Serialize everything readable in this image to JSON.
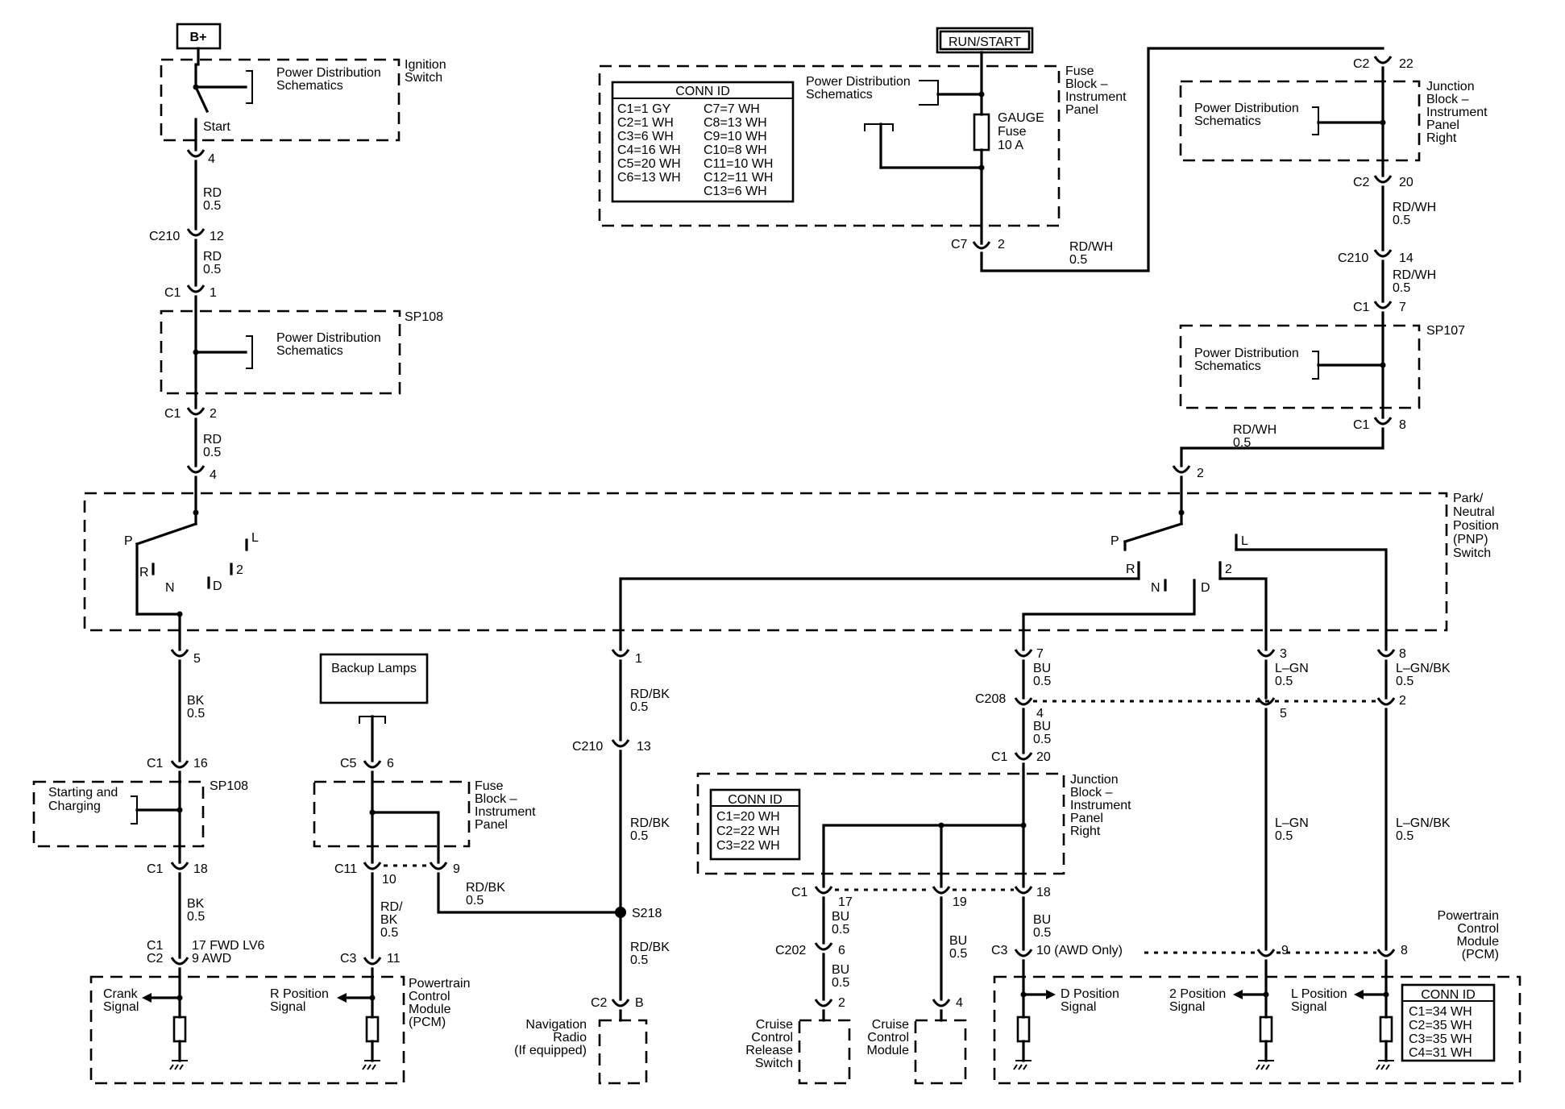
{
  "labels": {
    "b_plus": "B+",
    "run_start": "RUN/START",
    "ignition_switch": [
      "Ignition",
      "Switch"
    ],
    "power_distribution": [
      "Power Distribution",
      "Schematics"
    ],
    "start": "Start",
    "fuse_block_ip": [
      "Fuse",
      "Block –",
      "Instrument",
      "Panel"
    ],
    "gauge_fuse": [
      "GAUGE",
      "Fuse",
      "10 A"
    ],
    "junction_block_ipr": [
      "Junction",
      "Block –",
      "Instrument",
      "Panel",
      "Right"
    ],
    "sp108": "SP108",
    "sp107": "SP107",
    "s218": "S218",
    "pnp_switch": [
      "Park/",
      "Neutral",
      "Position",
      "(PNP)",
      "Switch"
    ],
    "backup_lamps": "Backup Lamps",
    "starting_charging": [
      "Starting and",
      "Charging"
    ],
    "nav_radio": [
      "Navigation",
      "Radio",
      "(If equipped)"
    ],
    "cruise_release": [
      "Cruise",
      "Control",
      "Release",
      "Switch"
    ],
    "cruise_module": [
      "Cruise",
      "Control",
      "Module"
    ],
    "pcm": [
      "Powertrain",
      "Control",
      "Module",
      "(PCM)"
    ],
    "crank_signal": [
      "Crank",
      "Signal"
    ],
    "r_position_signal": [
      "R Position",
      "Signal"
    ],
    "d_position_signal": [
      "D Position",
      "Signal"
    ],
    "two_position_signal": [
      "2 Position",
      "Signal"
    ],
    "l_position_signal": [
      "L Position",
      "Signal"
    ],
    "awd_only": "10 (AWD Only)",
    "fwd_lv6": "17 FWD LV6",
    "nine_awd": "9 AWD"
  },
  "conn_id_fuse_block": {
    "title": "CONN ID",
    "left": [
      "C1=1 GY",
      "C2=1 WH",
      "C3=6 WH",
      "C4=16 WH",
      "C5=20 WH",
      "C6=13 WH"
    ],
    "right": [
      "C7=7 WH",
      "C8=13 WH",
      "C9=10 WH",
      "C10=8 WH",
      "C11=10 WH",
      "C12=11 WH",
      "C13=6 WH"
    ]
  },
  "conn_id_junction_block": {
    "title": "CONN ID",
    "rows": [
      "C1=20 WH",
      "C2=22 WH",
      "C3=22 WH"
    ]
  },
  "conn_id_pcm": {
    "title": "CONN ID",
    "rows": [
      "C1=34 WH",
      "C2=35 WH",
      "C3=35 WH",
      "C4=31 WH"
    ]
  },
  "pnp_positions": {
    "P": "P",
    "R": "R",
    "N": "N",
    "D": "D",
    "two": "2",
    "L": "L"
  },
  "wires": {
    "rd": "RD",
    "rd_wh": "RD/WH",
    "rd_bk": "RD/BK",
    "bk": "BK",
    "bu": "BU",
    "l_gn": "L–GN",
    "l_gn_bk": "L–GN/BK",
    "rd_bk_split": [
      "RD/",
      "BK"
    ],
    "gauge": "0.5"
  },
  "connectors": {
    "c1": "C1",
    "c2": "C2",
    "c3": "C3",
    "c5": "C5",
    "c7": "C7",
    "c11": "C11",
    "c202": "C202",
    "c208": "C208",
    "c210": "C210"
  },
  "pins": {
    "p1": "1",
    "p2": "2",
    "p3": "3",
    "p4": "4",
    "p5": "5",
    "p6": "6",
    "p7": "7",
    "p8": "8",
    "p9": "9",
    "p10": "10",
    "p11": "11",
    "p12": "12",
    "p13": "13",
    "p14": "14",
    "p16": "16",
    "p17": "17",
    "p18": "18",
    "p19": "19",
    "p20": "20",
    "p22": "22",
    "pB": "B"
  }
}
